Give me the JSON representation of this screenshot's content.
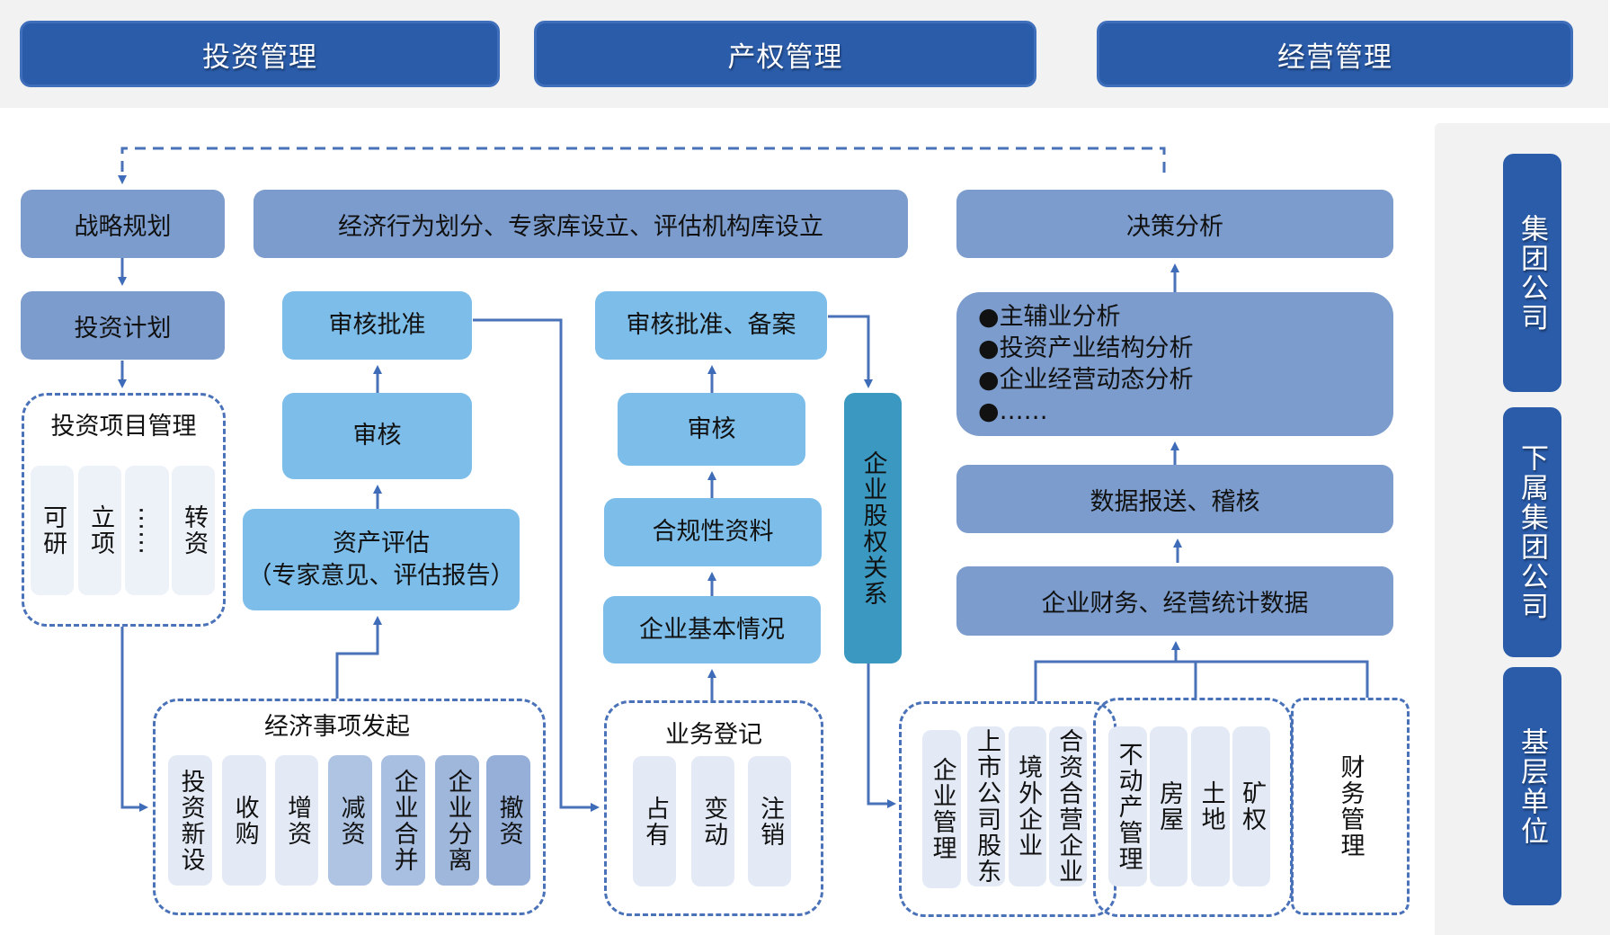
{
  "header": {
    "tabs": [
      {
        "label": "投资管理"
      },
      {
        "label": "产权管理"
      },
      {
        "label": "经营管理"
      }
    ]
  },
  "levels": [
    {
      "label": "集团公司"
    },
    {
      "label": "下属集团公司"
    },
    {
      "label": "基层单位"
    }
  ],
  "investment": {
    "strategy": "战略规划",
    "plan": "投资计划",
    "project_mgmt": {
      "title": "投资项目管理",
      "items": [
        "可研",
        "立项",
        "……",
        "转资"
      ]
    }
  },
  "shared_top": "经济行为划分、专家库设立、评估机构库设立",
  "property": {
    "approve": "审核批准",
    "review": "审核",
    "assessment_line1": "资产评估",
    "assessment_line2": "（专家意见、评估报告）",
    "events": {
      "title": "经济事项发起",
      "items": [
        "投资新设",
        "收购",
        "增资",
        "减资",
        "企业合并",
        "企业分离",
        "撤资"
      ]
    },
    "approve_filing": "审核批准、备案",
    "review2": "审核",
    "compliance": "合规性资料",
    "basic_info": "企业基本情况",
    "registration": {
      "title": "业务登记",
      "items": [
        "占有",
        "变动",
        "注销"
      ]
    },
    "equity_relation": "企业股权关系"
  },
  "operations": {
    "decision": "决策分析",
    "analysis_items": [
      "主辅业分析",
      "投资产业结构分析",
      "企业经营动态分析",
      "……"
    ],
    "bullet": "●",
    "data_report": "数据报送、稽核",
    "stats": "企业财务、经营统计数据",
    "enterprise_group": [
      "企业管理",
      "上市公司股东",
      "境外企业",
      "合资合营企业"
    ],
    "realestate_group": [
      "不动产管理",
      "房屋",
      "土地",
      "矿权"
    ],
    "finance": "财务管理"
  }
}
